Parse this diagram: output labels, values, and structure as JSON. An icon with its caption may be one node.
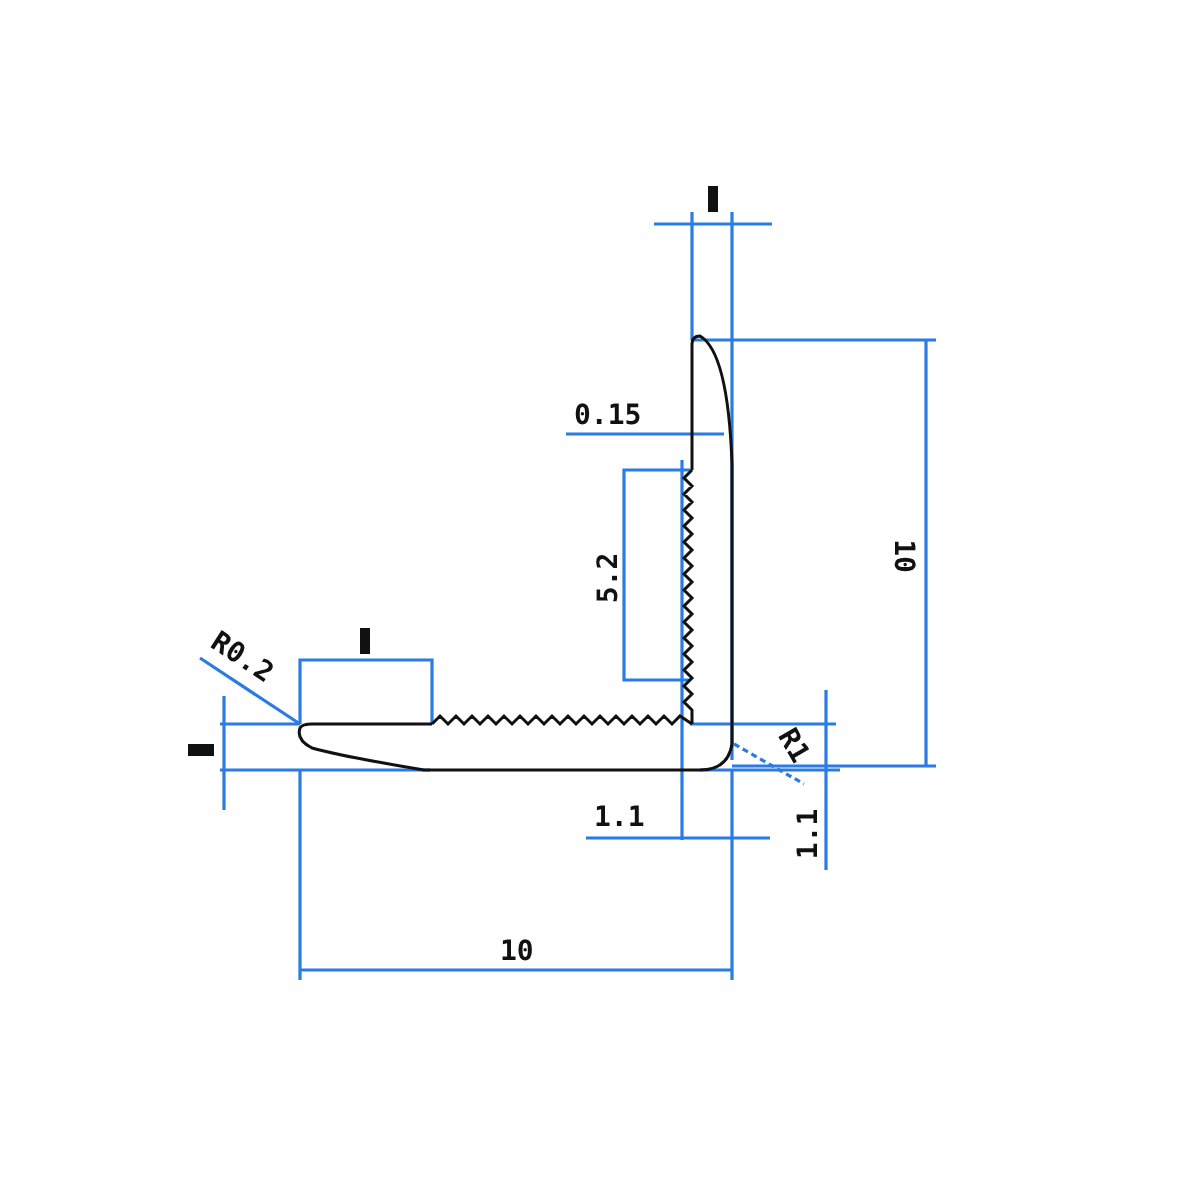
{
  "diagram": {
    "labels": [
      "R0.2",
      "0.15",
      "5.2",
      "10",
      "R1",
      "1.1",
      "1.1",
      "10"
    ]
  }
}
